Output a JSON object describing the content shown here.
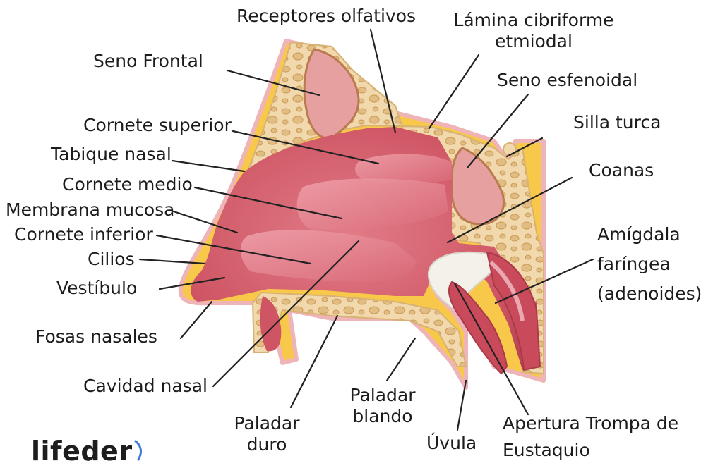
{
  "labels": {
    "receptores": "Receptores olfativos",
    "lamina": [
      "Lámina cibriforme",
      "etmiodal"
    ],
    "seno_frontal": "Seno Frontal",
    "seno_esfenoidal": "Seno esfenoidal",
    "cornete_superior": "Cornete superior",
    "silla_turca": "Silla turca",
    "tabique_nasal": "Tabique nasal",
    "coanas": "Coanas",
    "cornete_medio": "Cornete medio",
    "membrana_mucosa": "Membrana mucosa",
    "cornete_inferior": "Cornete inferior",
    "amigdala": [
      "Amígdala",
      "faríngea",
      "(adenoides)"
    ],
    "cilios": "Cilios",
    "vestibulo": "Vestíbulo",
    "fosas_nasales": "Fosas nasales",
    "cavidad_nasal": "Cavidad nasal",
    "paladar_blando": [
      "Paladar",
      "blando"
    ],
    "paladar_duro": [
      "Paladar",
      "duro"
    ],
    "uvula": "Úvula",
    "apertura": [
      "Apertura Trompa de",
      "Eustaquio"
    ]
  },
  "logo": "lifeder",
  "colors": {
    "bone": "#f1d9ad",
    "bone_dark": "#d7b47a",
    "mucosa": "#cf5564",
    "mucosa_light": "#e07a86",
    "sinus": "#e7a0a0",
    "skin": "#f7c84a",
    "leader": "#222222"
  }
}
